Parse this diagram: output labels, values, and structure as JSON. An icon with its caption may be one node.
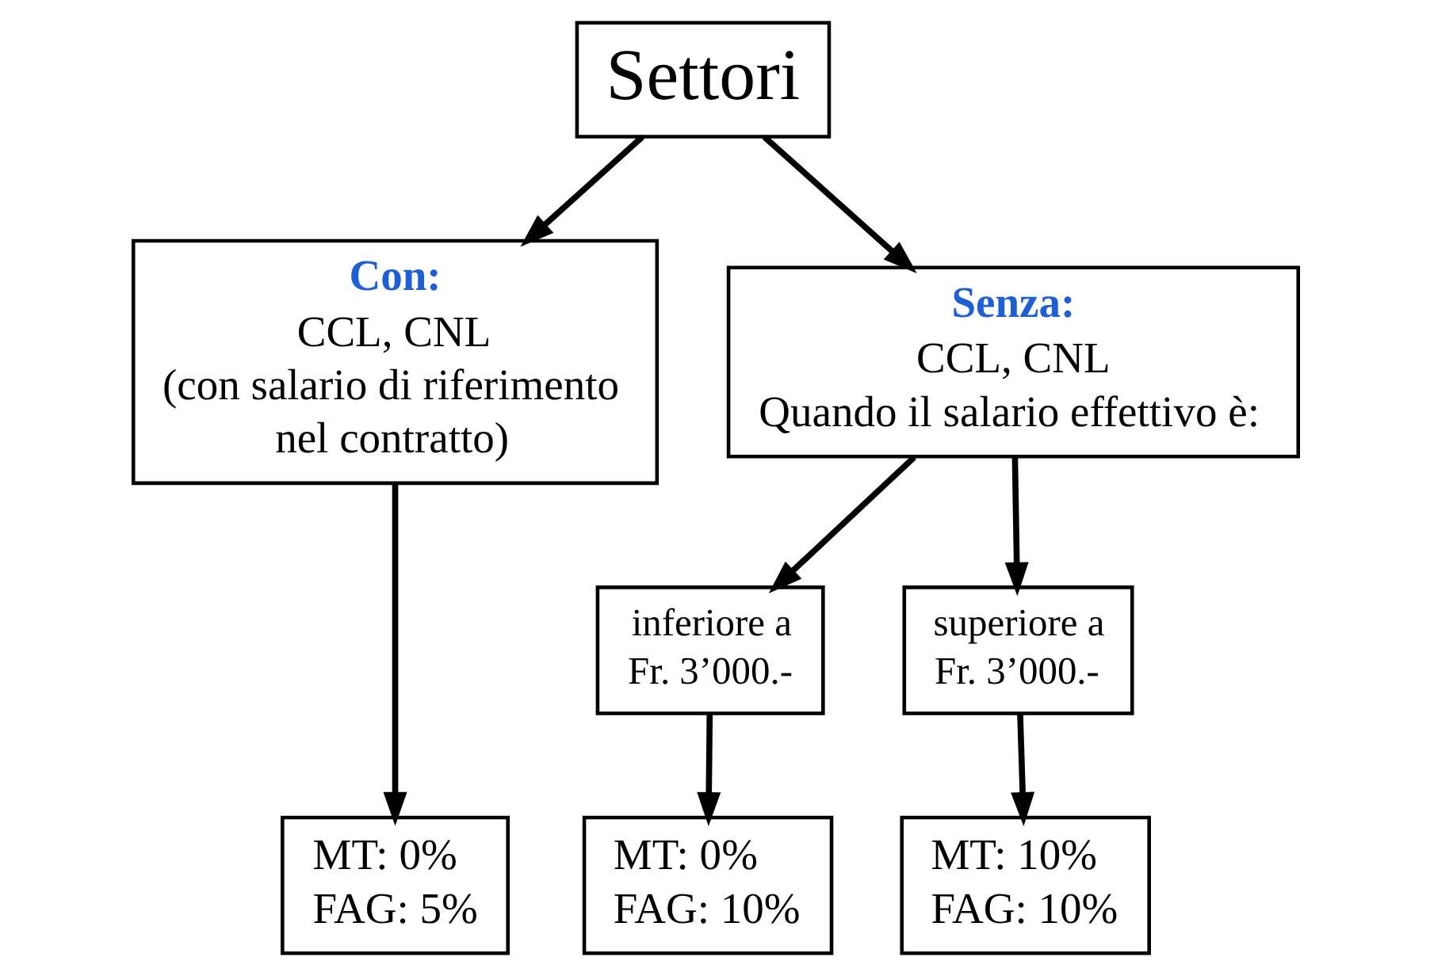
{
  "diagram": {
    "nodes": [
      {
        "text": [
          "Settori"
        ]
      },
      {
        "text": [
          "Con:",
          "CCL, CNL",
          "(con salario di riferimento nel contratto)"
        ]
      },
      {
        "text": [
          "Senza:",
          "CCL, CNL",
          "Quando il salario effettivo è:"
        ]
      },
      {
        "text": [
          "inferiore a Fr. 3’000.-"
        ]
      },
      {
        "text": [
          "superiore a Fr. 3’000.-"
        ]
      },
      {
        "text": [
          "MT: 0%",
          "FAG: 5%"
        ]
      },
      {
        "text": [
          "MT: 0%",
          "FAG: 10%"
        ]
      },
      {
        "text": [
          "MT: 10%",
          "FAG: 10%"
        ]
      }
    ],
    "edges": [
      {
        "from": 0,
        "to": 1,
        "arrow": "to"
      },
      {
        "from": 0,
        "to": 2,
        "arrow": "to"
      },
      {
        "from": 1,
        "to": 5,
        "arrow": "to"
      },
      {
        "from": 2,
        "to": 3,
        "arrow": "to"
      },
      {
        "from": 2,
        "to": 4,
        "arrow": "to"
      },
      {
        "from": 3,
        "to": 6,
        "arrow": "to"
      },
      {
        "from": 4,
        "to": 7,
        "arrow": "to"
      }
    ]
  }
}
